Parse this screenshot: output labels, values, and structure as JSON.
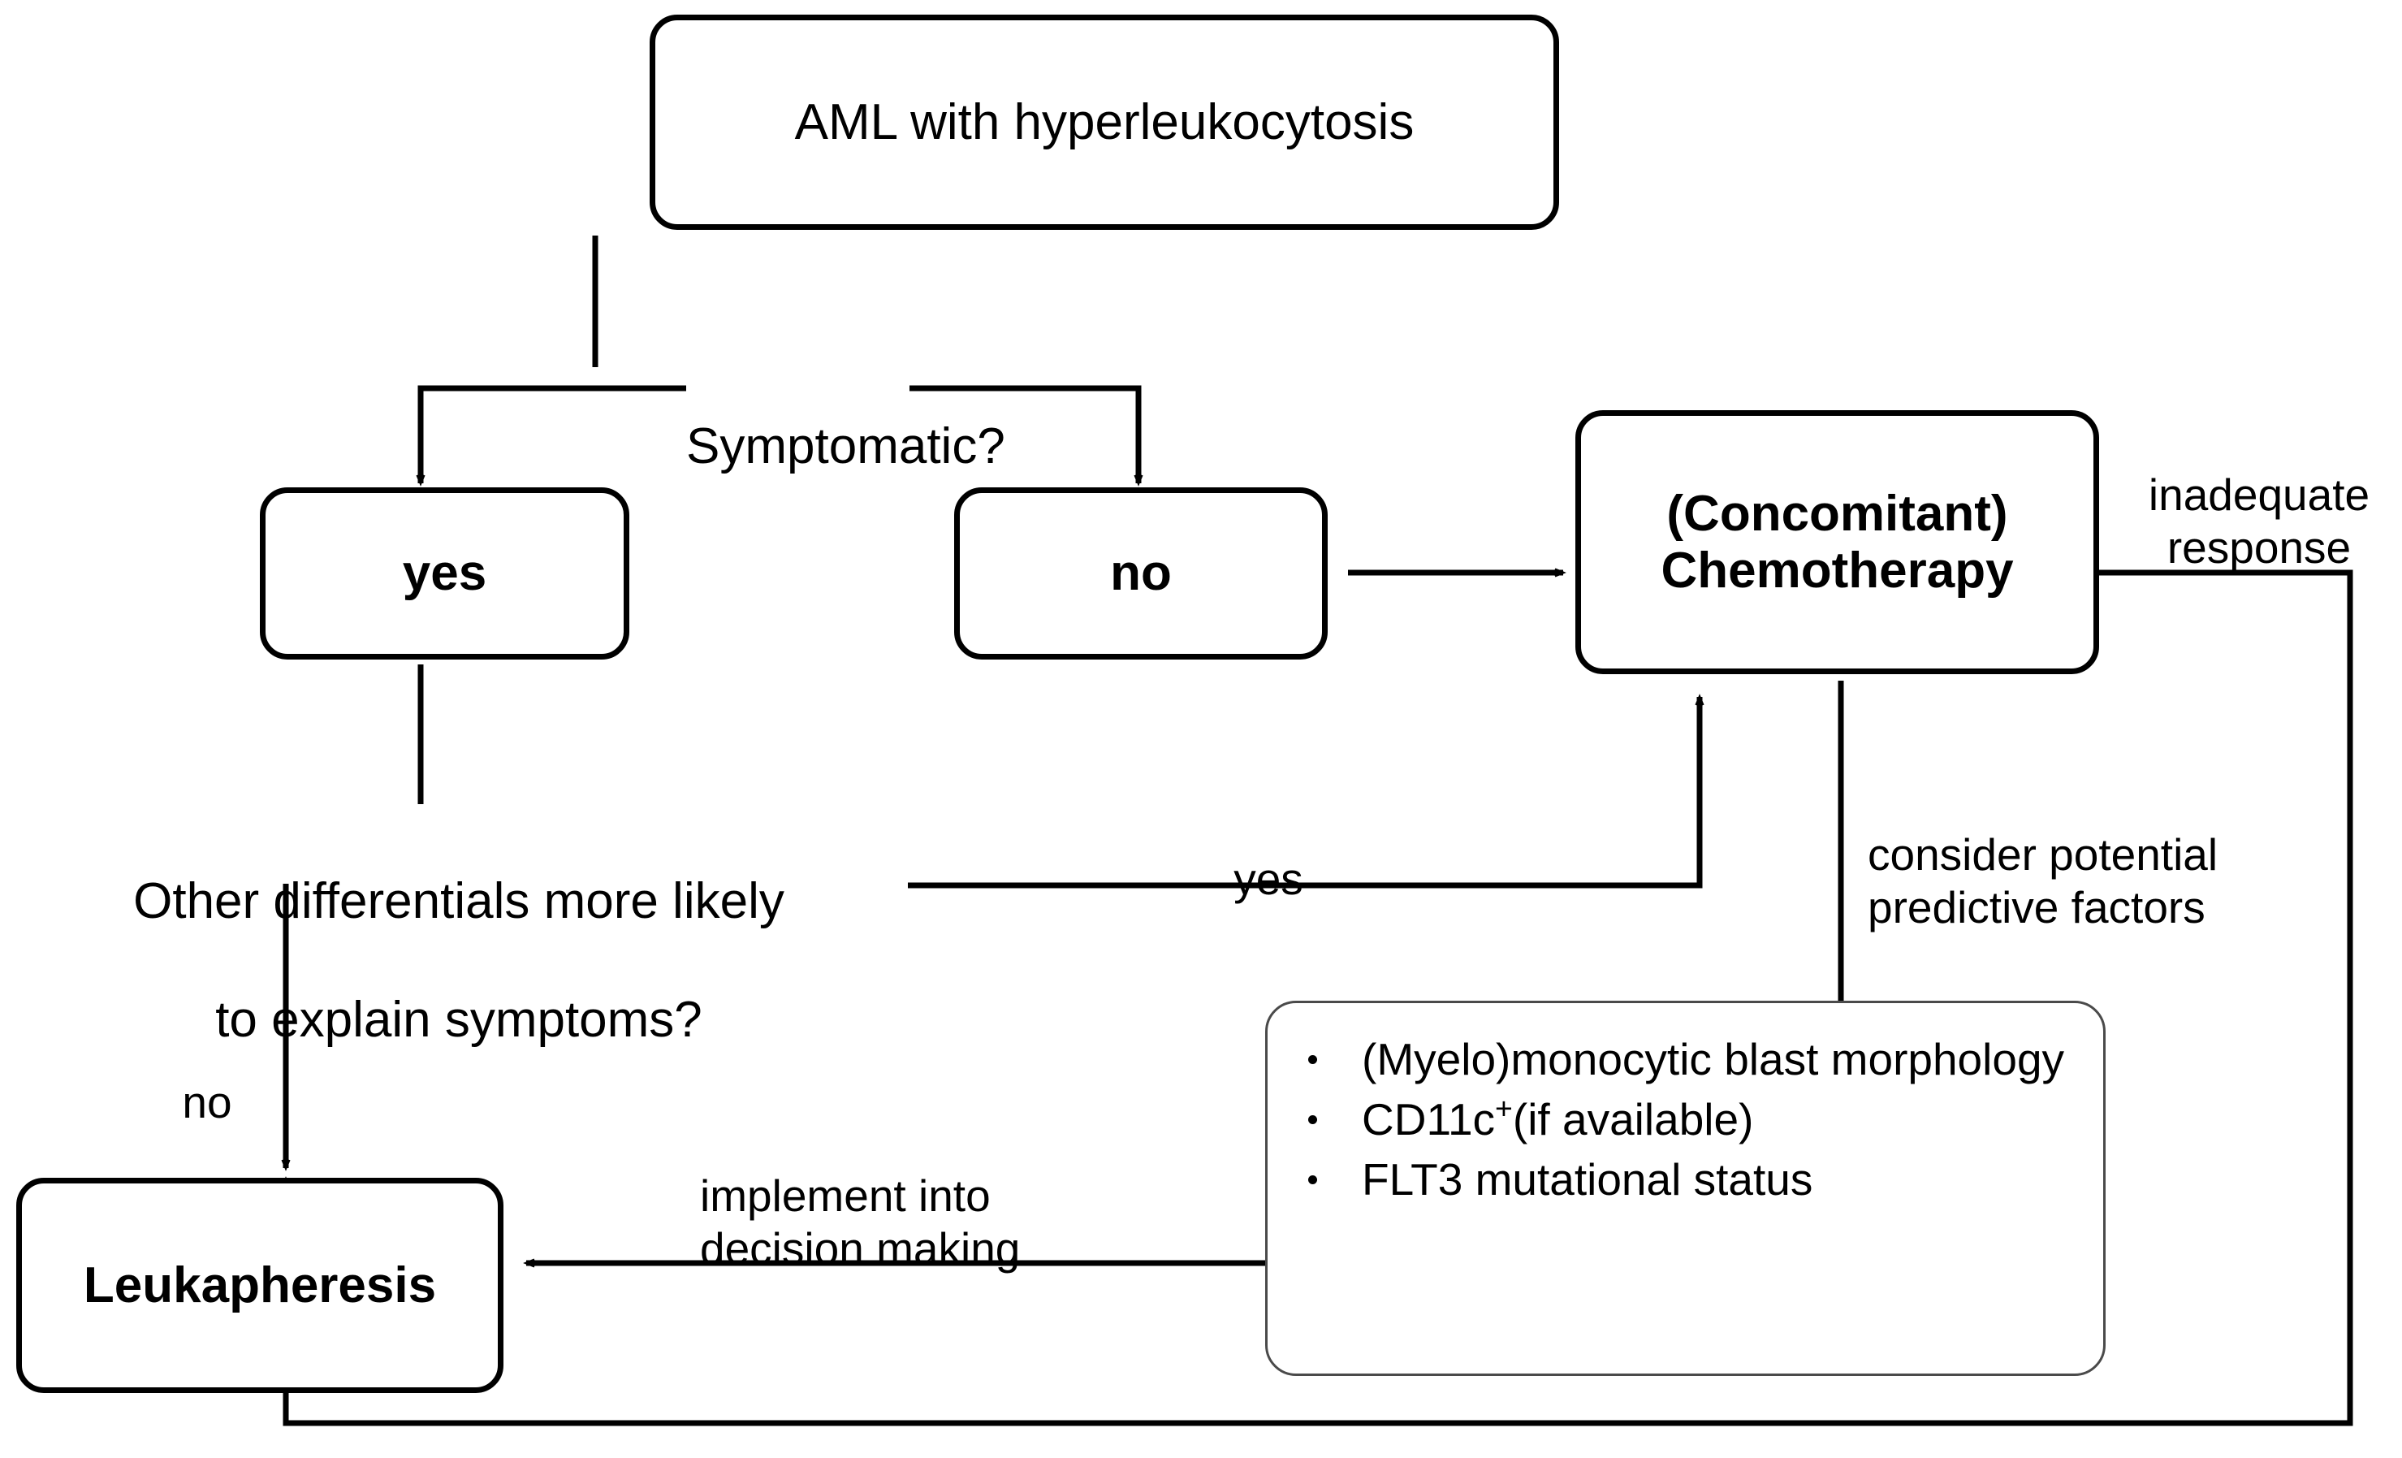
{
  "diagram": {
    "title": "AML hyperleukocytosis management algorithm",
    "line_color": "#000000",
    "box_border_color": "#000000",
    "thin_box_border_color": "#4a4a4a",
    "background": "#ffffff"
  },
  "nodes": {
    "root": {
      "label": "AML with hyperleukocytosis"
    },
    "yes_branch": {
      "label": "yes"
    },
    "no_branch": {
      "label": "no"
    },
    "chemotherapy": {
      "line1": "(Concomitant)",
      "line2": "Chemotherapy"
    },
    "leukapheresis": {
      "label": "Leukapheresis"
    }
  },
  "decisions": {
    "symptomatic": {
      "label": "Symptomatic?"
    },
    "other_differentials": {
      "line1": "Other differentials more likely",
      "line2": "to explain symptoms?"
    }
  },
  "edge_labels": {
    "no_to_leukapheresis": "no",
    "yes_to_chemo": "yes",
    "inadequate_response": "inadequate\nresponse",
    "consider_predictive_factors": "consider potential\npredictive factors",
    "implement_into_decision_making": "implement into\ndecision making"
  },
  "predictive_factors": {
    "items": [
      {
        "text": "(Myelo)monocytic blast morphology",
        "sup": ""
      },
      {
        "text_before": "CD11c",
        "sup": "+",
        "text_after": "(if available)"
      },
      {
        "text": "FLT3 mutational status",
        "sup": ""
      }
    ],
    "item_0": "(Myelo)monocytic blast morphology",
    "item_1_before": "CD11c",
    "item_1_sup": "+",
    "item_1_after": "(if available)",
    "item_2": "FLT3 mutational status"
  }
}
